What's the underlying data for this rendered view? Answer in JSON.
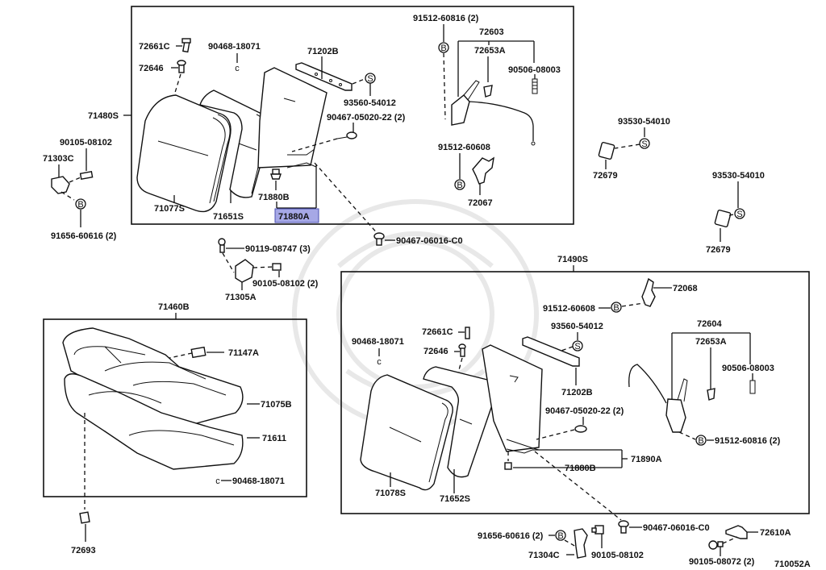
{
  "diagram": {
    "title": "Seat & seat track parts diagram",
    "figure_id": "710052A",
    "highlight_color": "#a6a8e6",
    "highlighted_part": "71880A",
    "groups": {
      "front_seatback_left": "71480S",
      "front_seatback_right": "71490S",
      "rear_seat_cushion": "71460B"
    },
    "labels": {
      "p72661C_a": "72661C",
      "p72646_a": "72646",
      "p90468_18071_a": "90468-18071",
      "p71202B_a": "71202B",
      "p93560_54012_a": "93560-54012",
      "p90467_05020_a": "90467-05020-22 (2)",
      "p91512_60816_a": "91512-60816 (2)",
      "p72603": "72603",
      "p72653A_a": "72653A",
      "p90506_08003_a": "90506-08003",
      "p91512_60608_a": "91512-60608",
      "p72067": "72067",
      "p71480S": "71480S",
      "p90105_08102_a": "90105-08102",
      "p71303C": "71303C",
      "p91656_60616_a": "91656-60616 (2)",
      "p71077S": "71077S",
      "p71651S": "71651S",
      "p71880B_a": "71880B",
      "p71880A": "71880A",
      "p90467_06016_a": "90467-06016-C0",
      "p93530_54010_a": "93530-54010",
      "p72679_a": "72679",
      "p93530_54010_b": "93530-54010",
      "p72679_b": "72679",
      "p90119_08747": "90119-08747 (3)",
      "p90105_08102_b": "90105-08102 (2)",
      "p71305A": "71305A",
      "p71460B": "71460B",
      "p71147A": "71147A",
      "p71075B": "71075B",
      "p71611": "71611",
      "p90468_18071_b": "90468-18071",
      "p72693": "72693",
      "p71490S": "71490S",
      "p72068": "72068",
      "p91512_60608_b": "91512-60608",
      "p93560_54012_b": "93560-54012",
      "p90468_18071_c": "90468-18071",
      "p72661C_b": "72661C",
      "p72646_b": "72646",
      "p72604": "72604",
      "p72653A_b": "72653A",
      "p90506_08003_b": "90506-08003",
      "p71202B_b": "71202B",
      "p90467_05020_b": "90467-05020-22 (2)",
      "p91512_60816_b": "91512-60816 (2)",
      "p71890A": "71890A",
      "p71880B_b": "71880B",
      "p71078S": "71078S",
      "p71652S": "71652S",
      "p91656_60616_b": "91656-60616 (2)",
      "p71304C": "71304C",
      "p90105_08102_c": "90105-08102",
      "p90467_06016_b": "90467-06016-C0",
      "p72610A": "72610A",
      "p90105_08072": "90105-08072 (2)",
      "p710052A": "710052A"
    },
    "symbols": {
      "bolt": "B",
      "screw": "S"
    }
  }
}
